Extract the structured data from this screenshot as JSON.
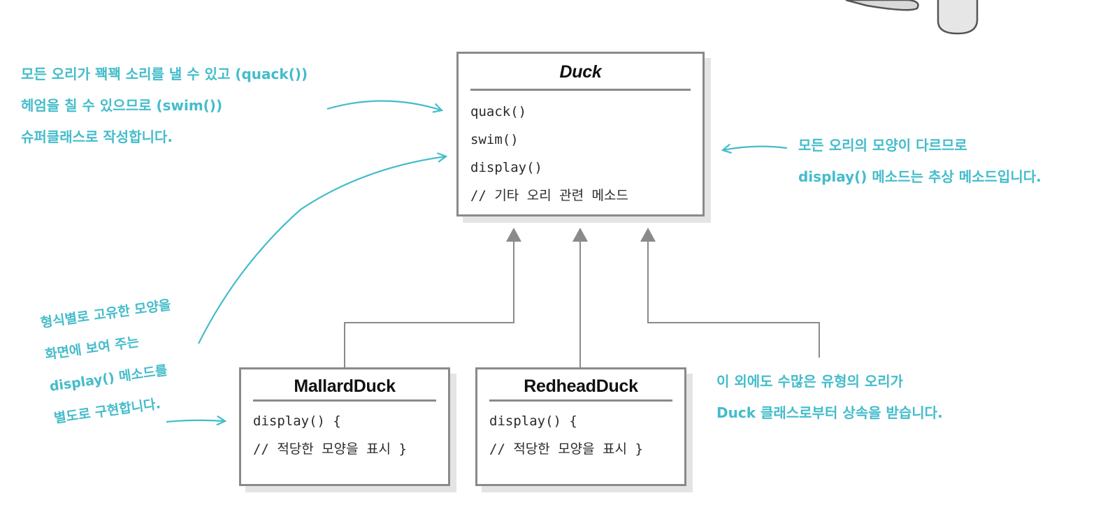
{
  "classes": {
    "duck": {
      "name": "Duck",
      "members": [
        "quack()",
        "swim()",
        "display()",
        "// 기타 오리 관련 메소드"
      ]
    },
    "mallard": {
      "name": "MallardDuck",
      "members": [
        "display() {",
        "// 적당한 모양을 표시 }"
      ]
    },
    "redhead": {
      "name": "RedheadDuck",
      "members": [
        "display() {",
        "// 적당한 모양을 표시 }"
      ]
    }
  },
  "notes": {
    "superclass": [
      "모든 오리가 꽥꽥 소리를 낼 수 있고 (quack())",
      "헤엄을 칠 수 있으므로 (swim())",
      "슈퍼클래스로 작성합니다."
    ],
    "abstract_display": [
      "모든 오리의 모양이 다르므로",
      "display() 메소드는 추상 메소드입니다."
    ],
    "subtypes": [
      "이 외에도 수많은 유형의 오리가",
      "Duck 클래스로부터 상속을 받습니다."
    ],
    "display_override": [
      "형식별로 고유한 모양을",
      "화면에 보여 주는",
      "display() 메소드를",
      "별도로 구현합니다."
    ]
  },
  "colors": {
    "annotation": "#44bccb",
    "border": "#8a8a8a",
    "arrow": "#8a8a8a",
    "shadow": "#e4e4e4"
  }
}
